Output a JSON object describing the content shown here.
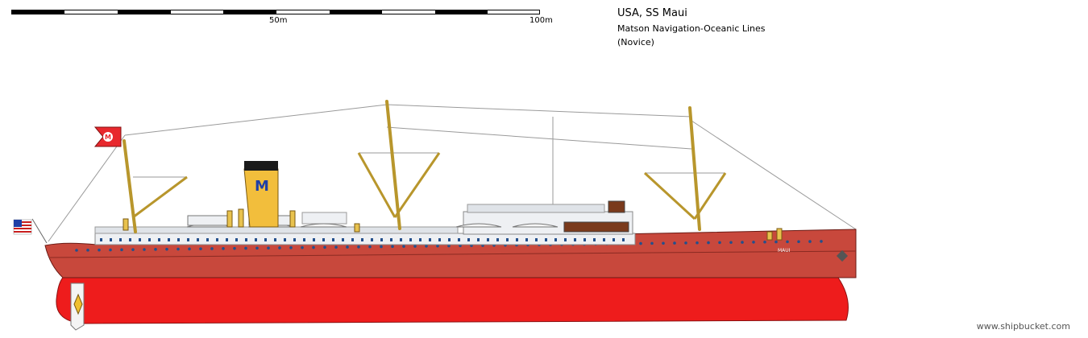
{
  "scale": {
    "mark_50": "50m",
    "mark_100": "100m"
  },
  "info": {
    "title": "USA, SS Maui",
    "line": "Matson Navigation-Oceanic Lines",
    "note": "(Novice)"
  },
  "ship": {
    "hull_name": "MAUI",
    "funnel_letter": "M",
    "flag_letter": "M"
  },
  "watermark": "www.shipbucket.com",
  "colors": {
    "upper_hull": "#c8483c",
    "lower_hull": "#ee1c1c",
    "funnel_yellow": "#f2be3c",
    "funnel_black": "#1a1a1a",
    "funnel_letter": "#1f3fa6",
    "superstructure": "#eef0f3",
    "mast": "#e8c24e",
    "porthole": "#234f8c",
    "houseflag": "#e8282d"
  }
}
